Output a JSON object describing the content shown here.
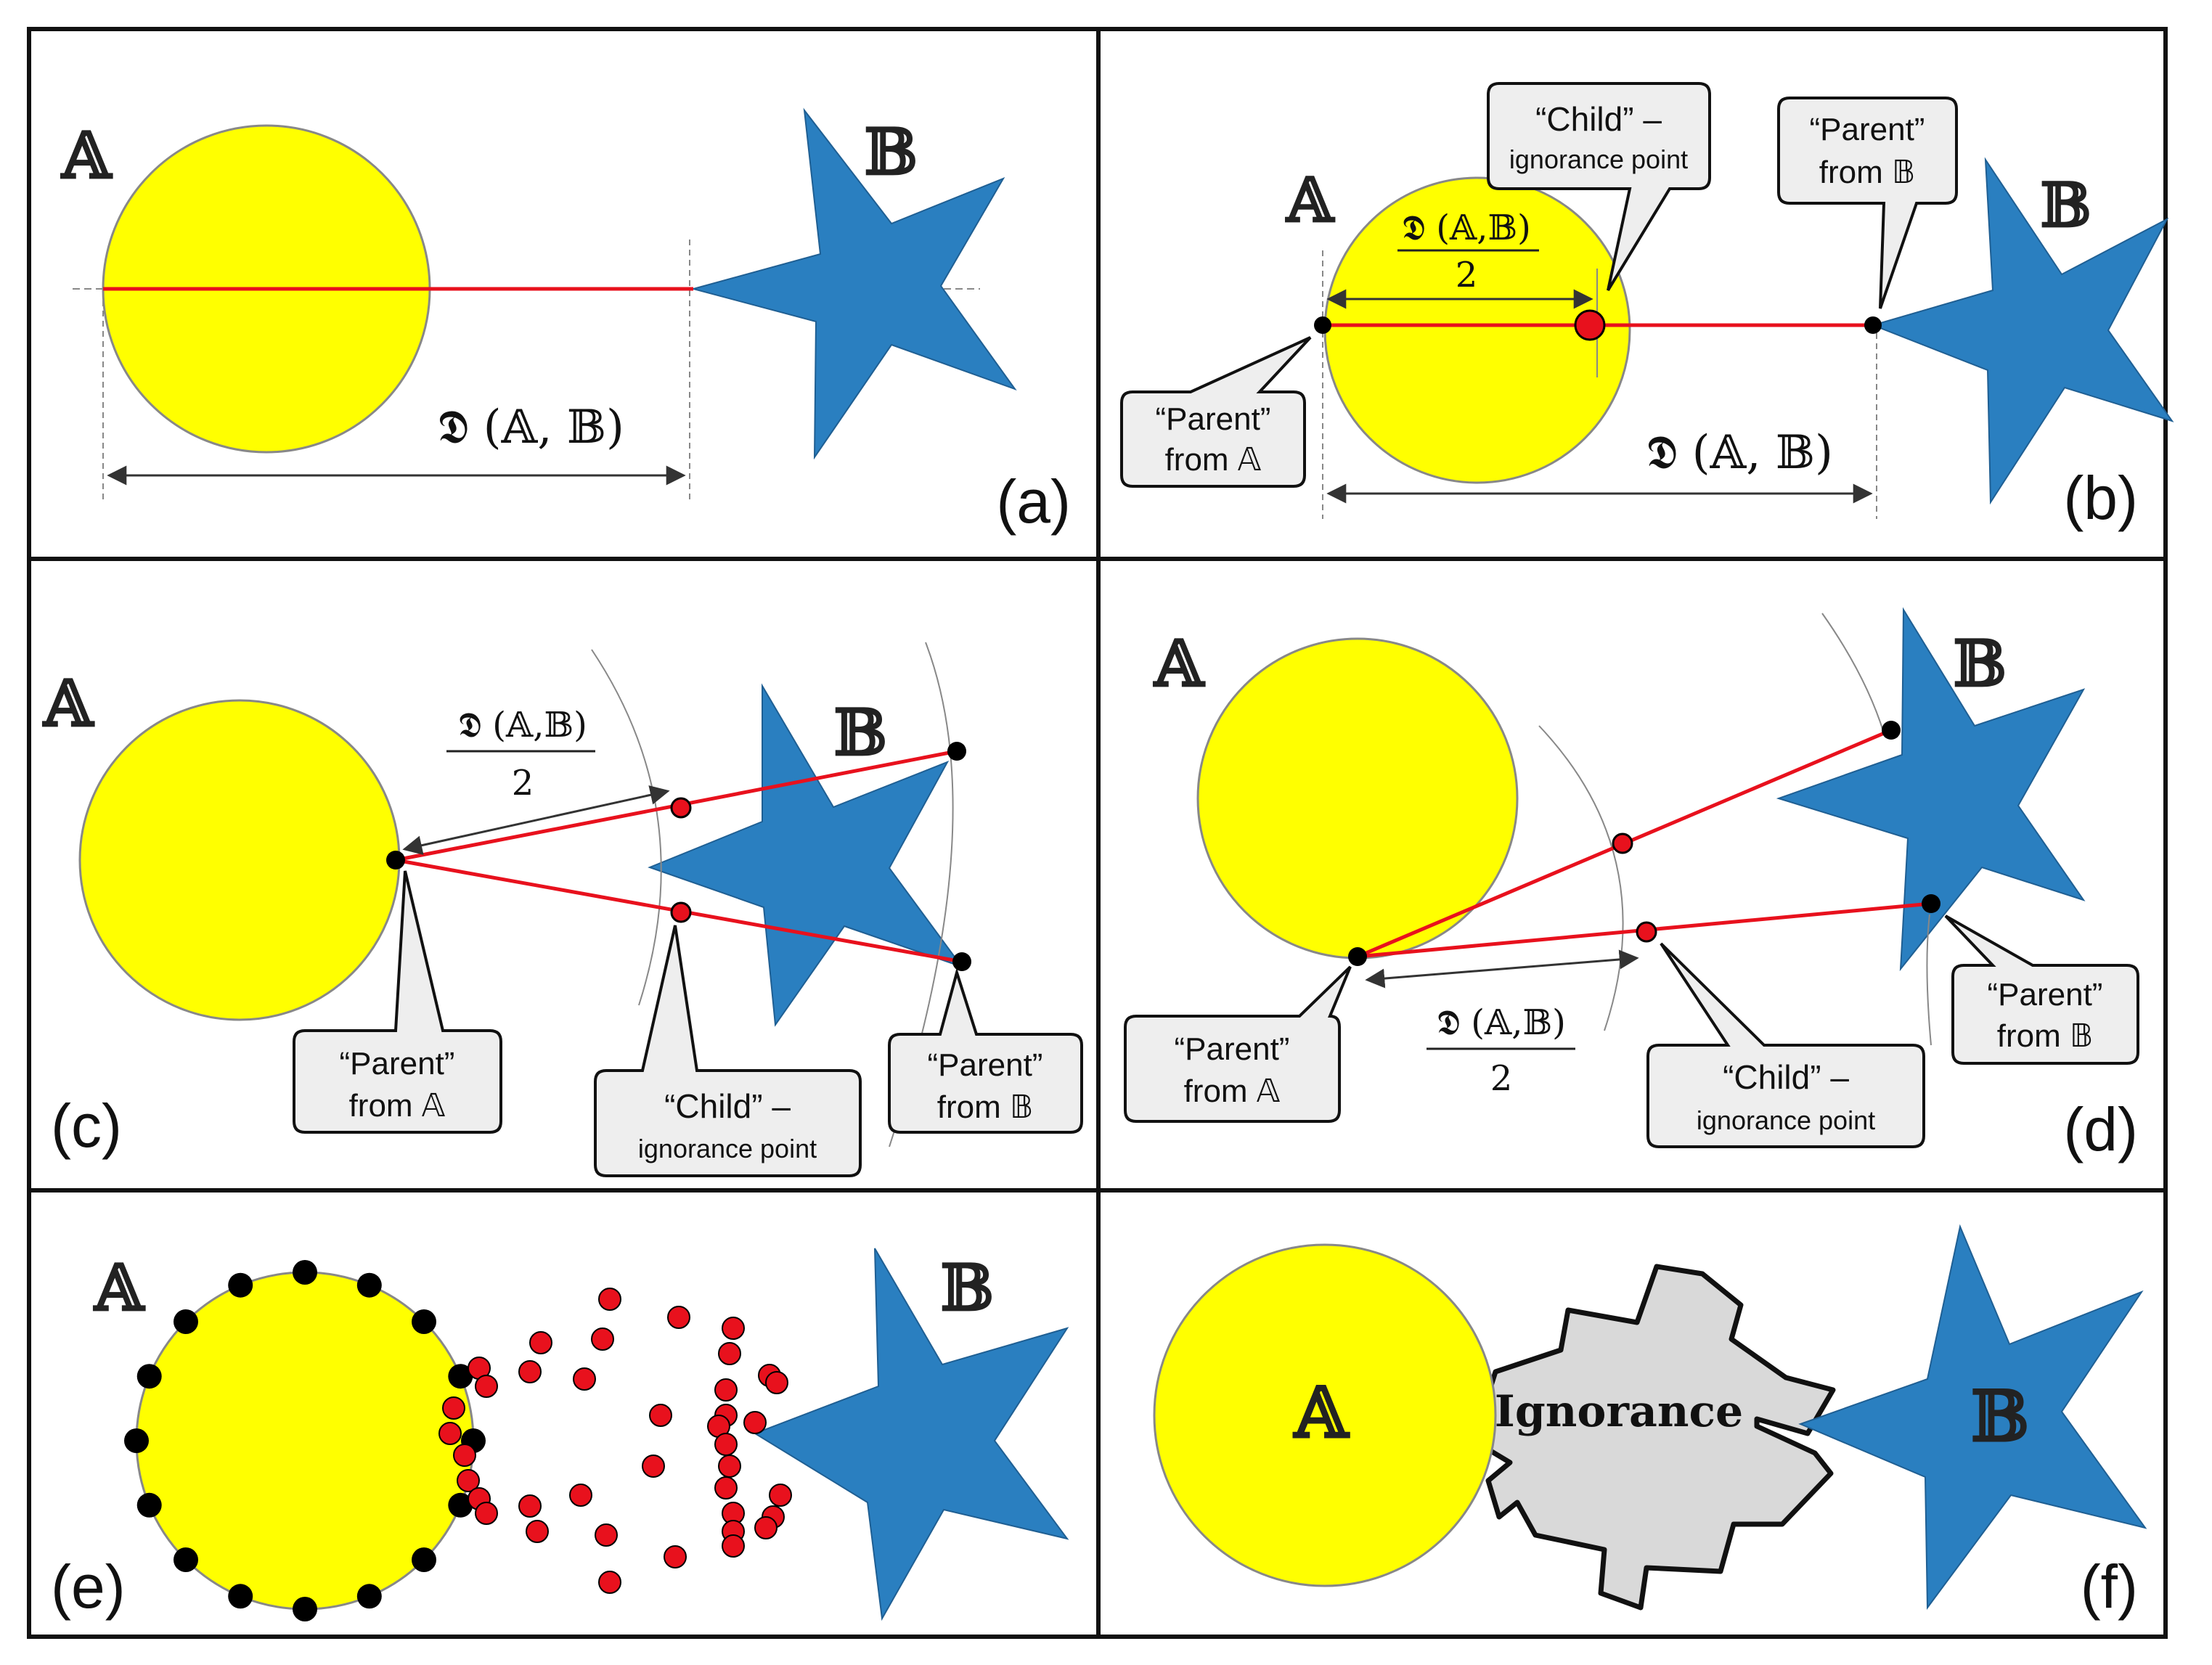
{
  "symbols": {
    "a": "𝔸",
    "b": "𝔹"
  },
  "distance": {
    "full": "𝕯 (𝔸, 𝔹)",
    "short": "𝕯 (𝔸,𝔹)",
    "denominator": "2"
  },
  "callouts": {
    "parent_a_line1": "“Parent”",
    "parent_a_line2": "from 𝔸",
    "parent_b_line1": "“Parent”",
    "parent_b_line2": "from 𝔹",
    "child_line1": "“Child” –",
    "child_line2": "ignorance point"
  },
  "panels": {
    "a": {
      "label": "(a)"
    },
    "b": {
      "label": "(b)"
    },
    "c": {
      "label": "(c)"
    },
    "d": {
      "label": "(d)"
    },
    "e": {
      "label": "(e)"
    },
    "f": {
      "label": "(f)",
      "center_text": "Ignorance"
    }
  },
  "colors": {
    "circle_fill": "#ffff00",
    "star_fill": "#2a7fc0",
    "line": "#e8111d",
    "child_point": "#e8111d",
    "parent_point": "#000000",
    "callout_fill": "#eeeeee",
    "ignorance_fill": "#d9d9d9"
  }
}
